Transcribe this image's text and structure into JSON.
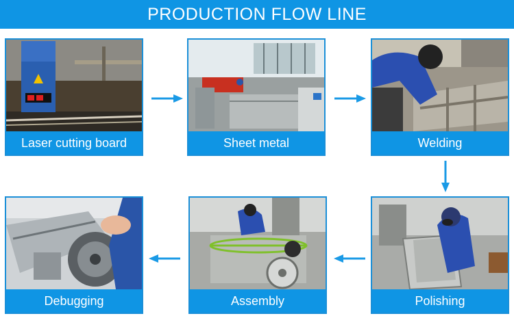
{
  "title": "PRODUCTION FLOW LINE",
  "steps": [
    {
      "label": "Laser cutting board",
      "icon": "laser-cutting-photo"
    },
    {
      "label": "Sheet metal",
      "icon": "sheet-metal-photo"
    },
    {
      "label": "Welding",
      "icon": "welding-photo"
    },
    {
      "label": "Polishing",
      "icon": "polishing-photo"
    },
    {
      "label": "Assembly",
      "icon": "assembly-photo"
    },
    {
      "label": "Debugging",
      "icon": "debugging-photo"
    }
  ],
  "colors": {
    "accent": "#0f95e4",
    "arrow": "#1a9ae6"
  }
}
